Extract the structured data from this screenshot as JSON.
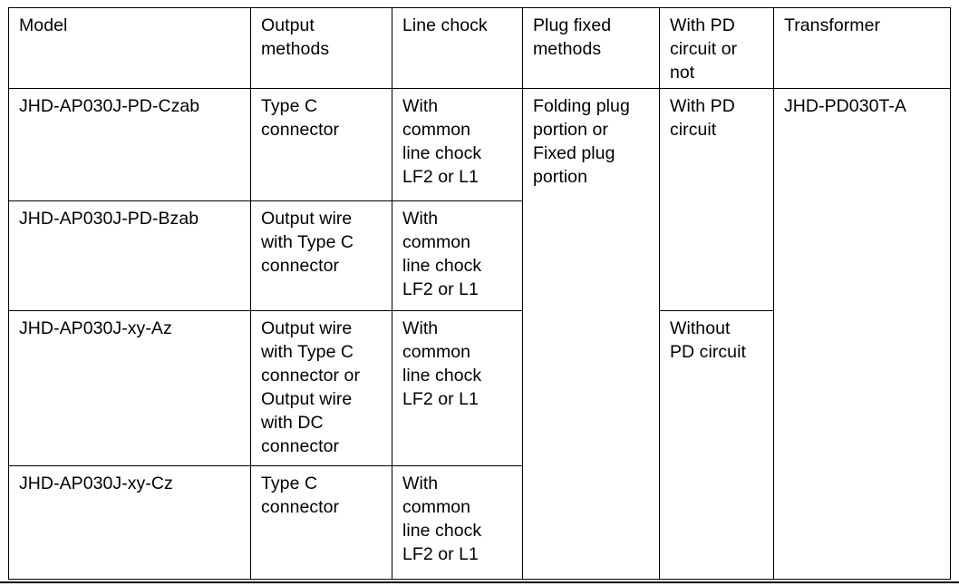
{
  "document": {
    "type": "specification-table",
    "colors": {
      "text": "#000000",
      "border": "#000000",
      "background": "#ffffff"
    }
  },
  "table": {
    "columns": [
      {
        "key": "model",
        "header": "Model"
      },
      {
        "key": "output_methods",
        "header": "Output\nmethods"
      },
      {
        "key": "line_chock",
        "header": "Line chock"
      },
      {
        "key": "plug_fixed_methods",
        "header": "Plug fixed\nmethods"
      },
      {
        "key": "pd_circuit",
        "header": "With PD\ncircuit or\nnot"
      },
      {
        "key": "transformer",
        "header": "Transformer"
      }
    ],
    "rows": [
      {
        "model": "JHD-AP030J-PD-Czab",
        "output_methods": "Type C\nconnector",
        "line_chock": "With\ncommon\nline chock\nLF2 or L1"
      },
      {
        "model": "JHD-AP030J-PD-Bzab",
        "output_methods": "Output wire\nwith Type C\nconnector",
        "line_chock": "With\ncommon\nline chock\nLF2 or L1"
      },
      {
        "model": "JHD-AP030J-xy-Az",
        "output_methods": "Output wire\nwith Type C\nconnector or\nOutput wire\nwith DC\nconnector",
        "line_chock": "With\ncommon\nline chock\nLF2 or L1"
      },
      {
        "model": "JHD-AP030J-xy-Cz",
        "output_methods": "Type C\nconnector",
        "line_chock": "With\ncommon\nline chock\nLF2 or L1"
      }
    ],
    "merged_cells": {
      "plug_fixed_methods_all_rows": "Folding plug\nportion or\nFixed plug\nportion",
      "pd_circuit_rows_1_2": "With PD\ncircuit",
      "pd_circuit_rows_3_4": "Without\nPD circuit",
      "transformer_all_rows": "JHD-PD030T-A"
    }
  }
}
